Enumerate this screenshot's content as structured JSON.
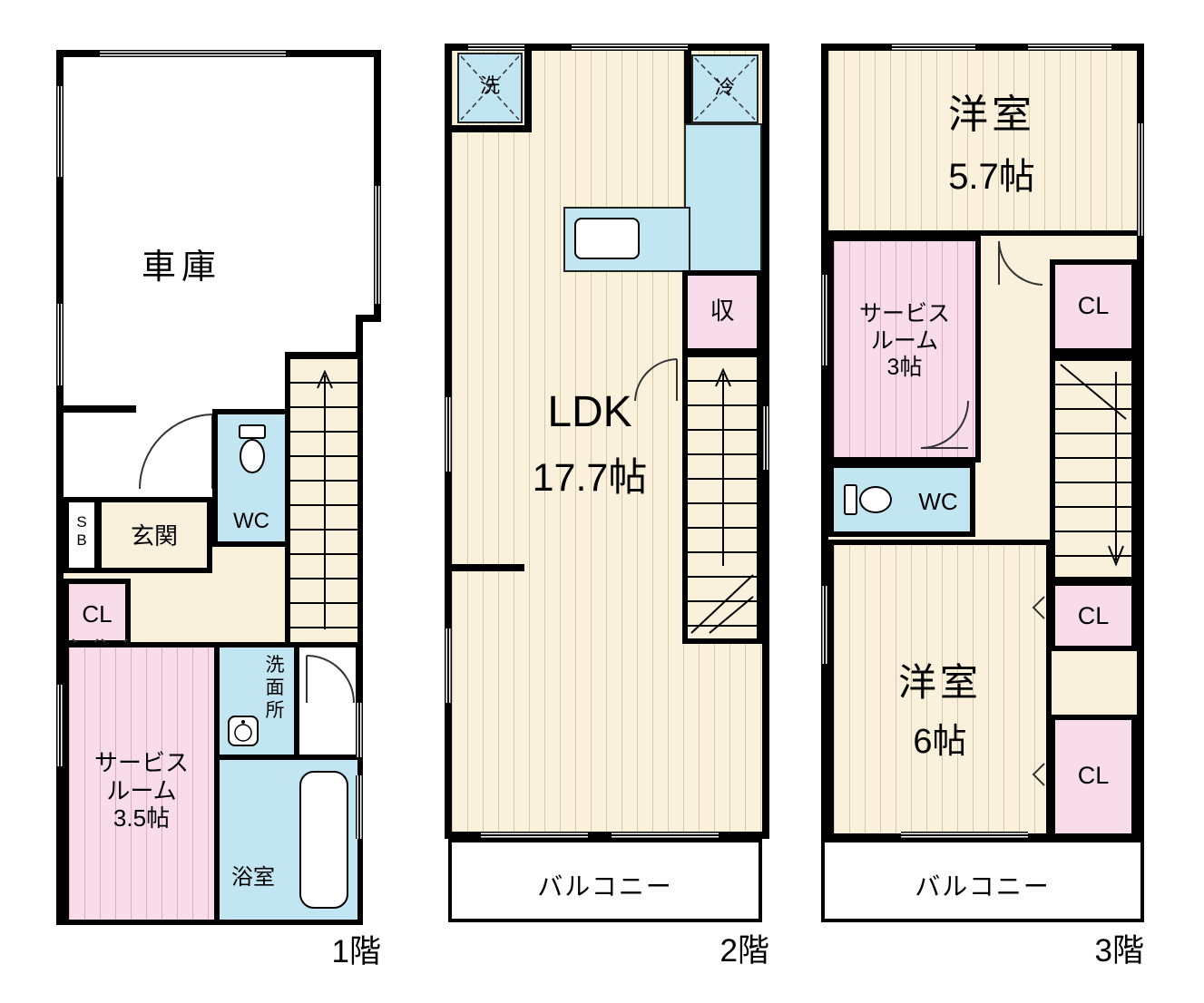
{
  "meta": {
    "type": "floor-plan",
    "floors_count": 3
  },
  "colors": {
    "wall": "#000000",
    "tatami": "#faf1dc",
    "pink": "#f8dce9",
    "blue": "#c2e5f2",
    "white": "#ffffff"
  },
  "floor1": {
    "label": "1階",
    "garage": "車庫",
    "wc": "WC",
    "shoebox": "S\nB",
    "entrance": "玄関",
    "closet": "CL",
    "service_room": "サービス\nルーム\n3.5帖",
    "washroom": "洗\n面\n所",
    "bathroom": "浴室"
  },
  "floor2": {
    "label": "2階",
    "washer": "洗",
    "fridge": "冷",
    "ldk": "LDK",
    "ldk_size": "17.7帖",
    "storage": "収",
    "balcony": "バルコニー"
  },
  "floor3": {
    "label": "3階",
    "room_a": "洋室",
    "room_a_size": "5.7帖",
    "service_room": "サービス\nルーム\n3帖",
    "closet_top": "CL",
    "wc": "WC",
    "room_b": "洋室",
    "room_b_size": "6帖",
    "closet_mid": "CL",
    "closet_bottom": "CL",
    "balcony": "バルコニー"
  }
}
